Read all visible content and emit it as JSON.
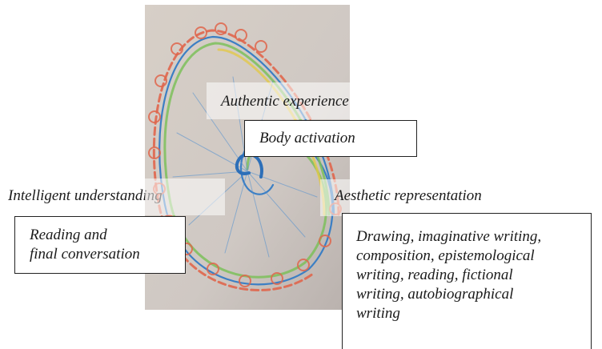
{
  "labels": {
    "authentic": "Authentic experience",
    "body": "Body activation",
    "intelligent": "Intelligent understanding",
    "aesthetic": "Aesthetic representation",
    "reading": [
      "Reading and",
      "final conversation"
    ],
    "drawing": [
      "Drawing, imaginative writing,",
      "composition, epistemological",
      "writing, reading, fictional",
      "writing, autobiographical",
      "writing"
    ]
  },
  "colors": {
    "spiral_red": "#e0664c",
    "spiral_green": "#7cbf5a",
    "spiral_blue": "#3c7fc4",
    "spiral_yellow": "#e2c84a"
  }
}
